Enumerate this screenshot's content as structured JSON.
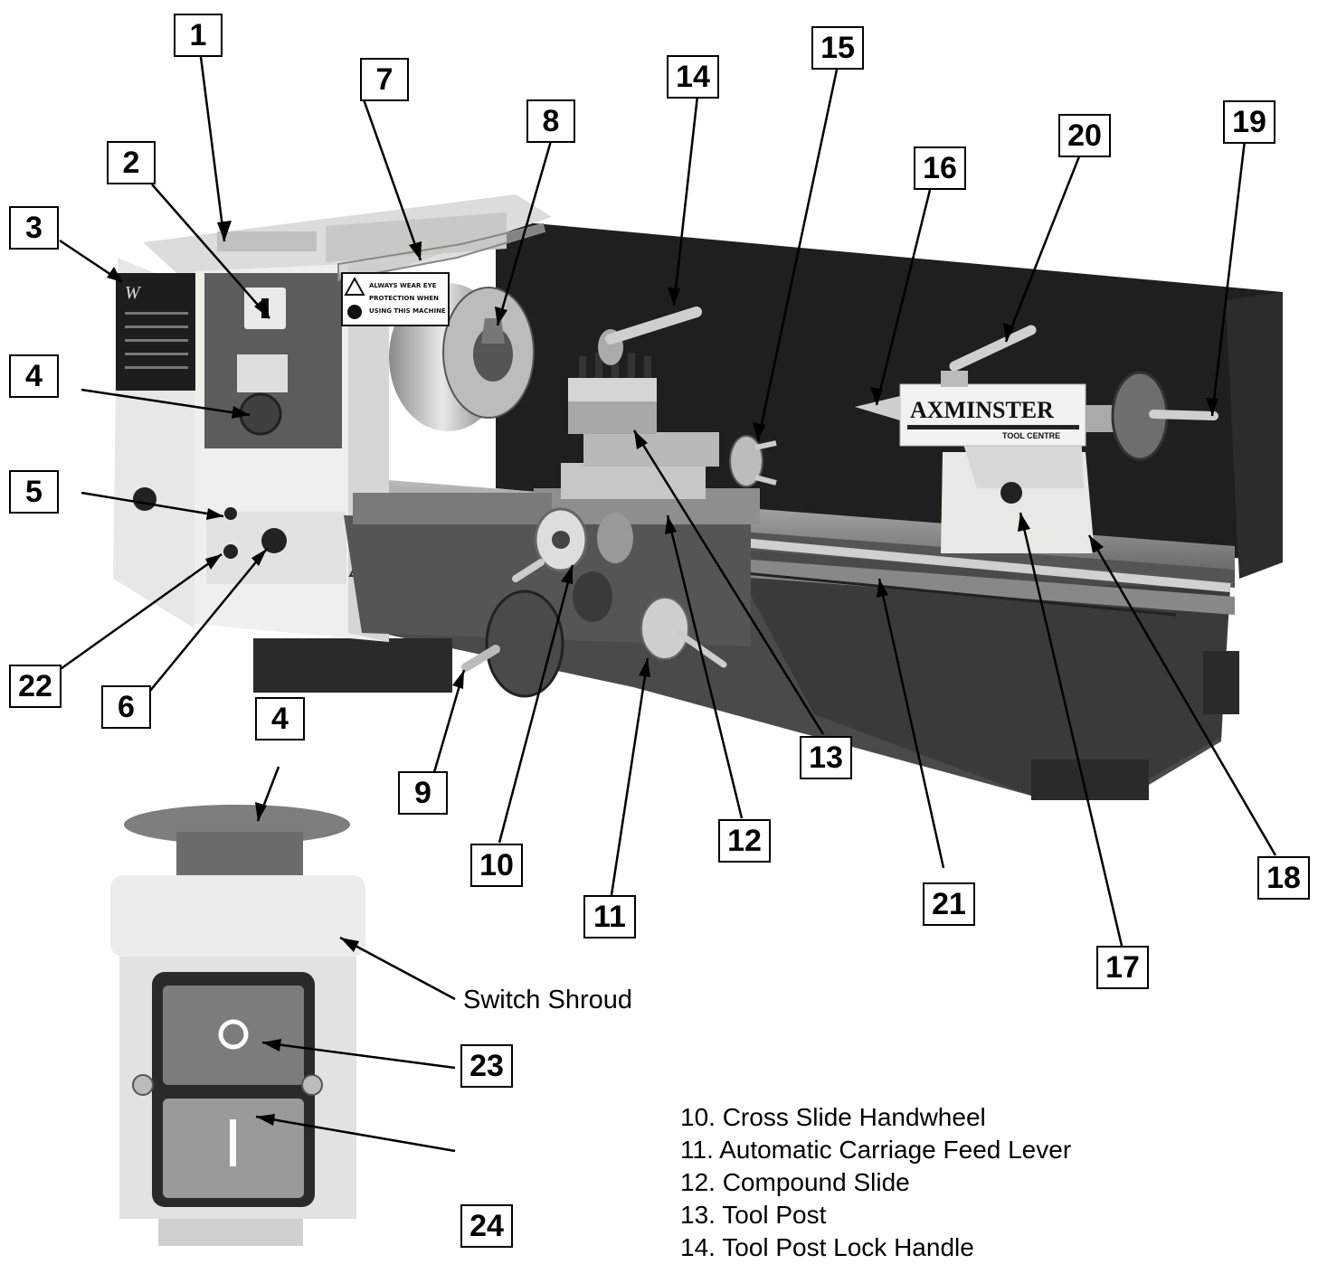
{
  "callouts": {
    "c1": "1",
    "c2": "2",
    "c3": "3",
    "c4a": "4",
    "c4b": "4",
    "c5": "5",
    "c6": "6",
    "c7": "7",
    "c8": "8",
    "c9": "9",
    "c10": "10",
    "c11": "11",
    "c12": "12",
    "c13": "13",
    "c14": "14",
    "c15": "15",
    "c16": "16",
    "c17": "17",
    "c18": "18",
    "c19": "19",
    "c20": "20",
    "c21": "21",
    "c22": "22",
    "c23": "23",
    "c24": "24"
  },
  "switch_label": "Switch Shroud",
  "legend": [
    "10. Cross Slide Handwheel",
    "11. Automatic Carriage Feed Lever",
    "12. Compound Slide",
    "13. Tool Post",
    "14. Tool Post Lock Handle"
  ],
  "tailstock_brand": "AXMINSTER",
  "tailstock_sub": "TOOL CENTRE",
  "warning_sign": "ALWAYS WEAR EYE PROTECTION WHEN USING THIS MACHINE",
  "colors": {
    "ink": "#000000",
    "bed": "#3a3a3a",
    "casting": "#e9e9e6",
    "splash": "#1e1e1e"
  }
}
